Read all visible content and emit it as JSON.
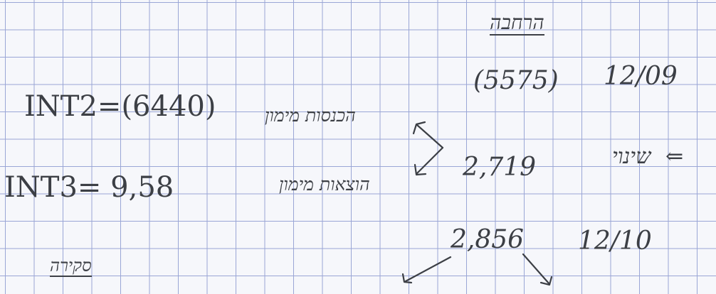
{
  "notes": {
    "heading": "הרחבה",
    "value_1": "(5575)",
    "date_1": "12/09",
    "int2": "INT2=(6440)",
    "inflow_label": "הכנסות מימון",
    "change_label": "שינוי",
    "change_arrow": "⇐",
    "value_2": "2,719",
    "int3": "INT3= 9,58",
    "outflow_label": "הוצאות מימון",
    "value_3": "2,856",
    "date_2": "12/10",
    "footer": "סקירה"
  }
}
